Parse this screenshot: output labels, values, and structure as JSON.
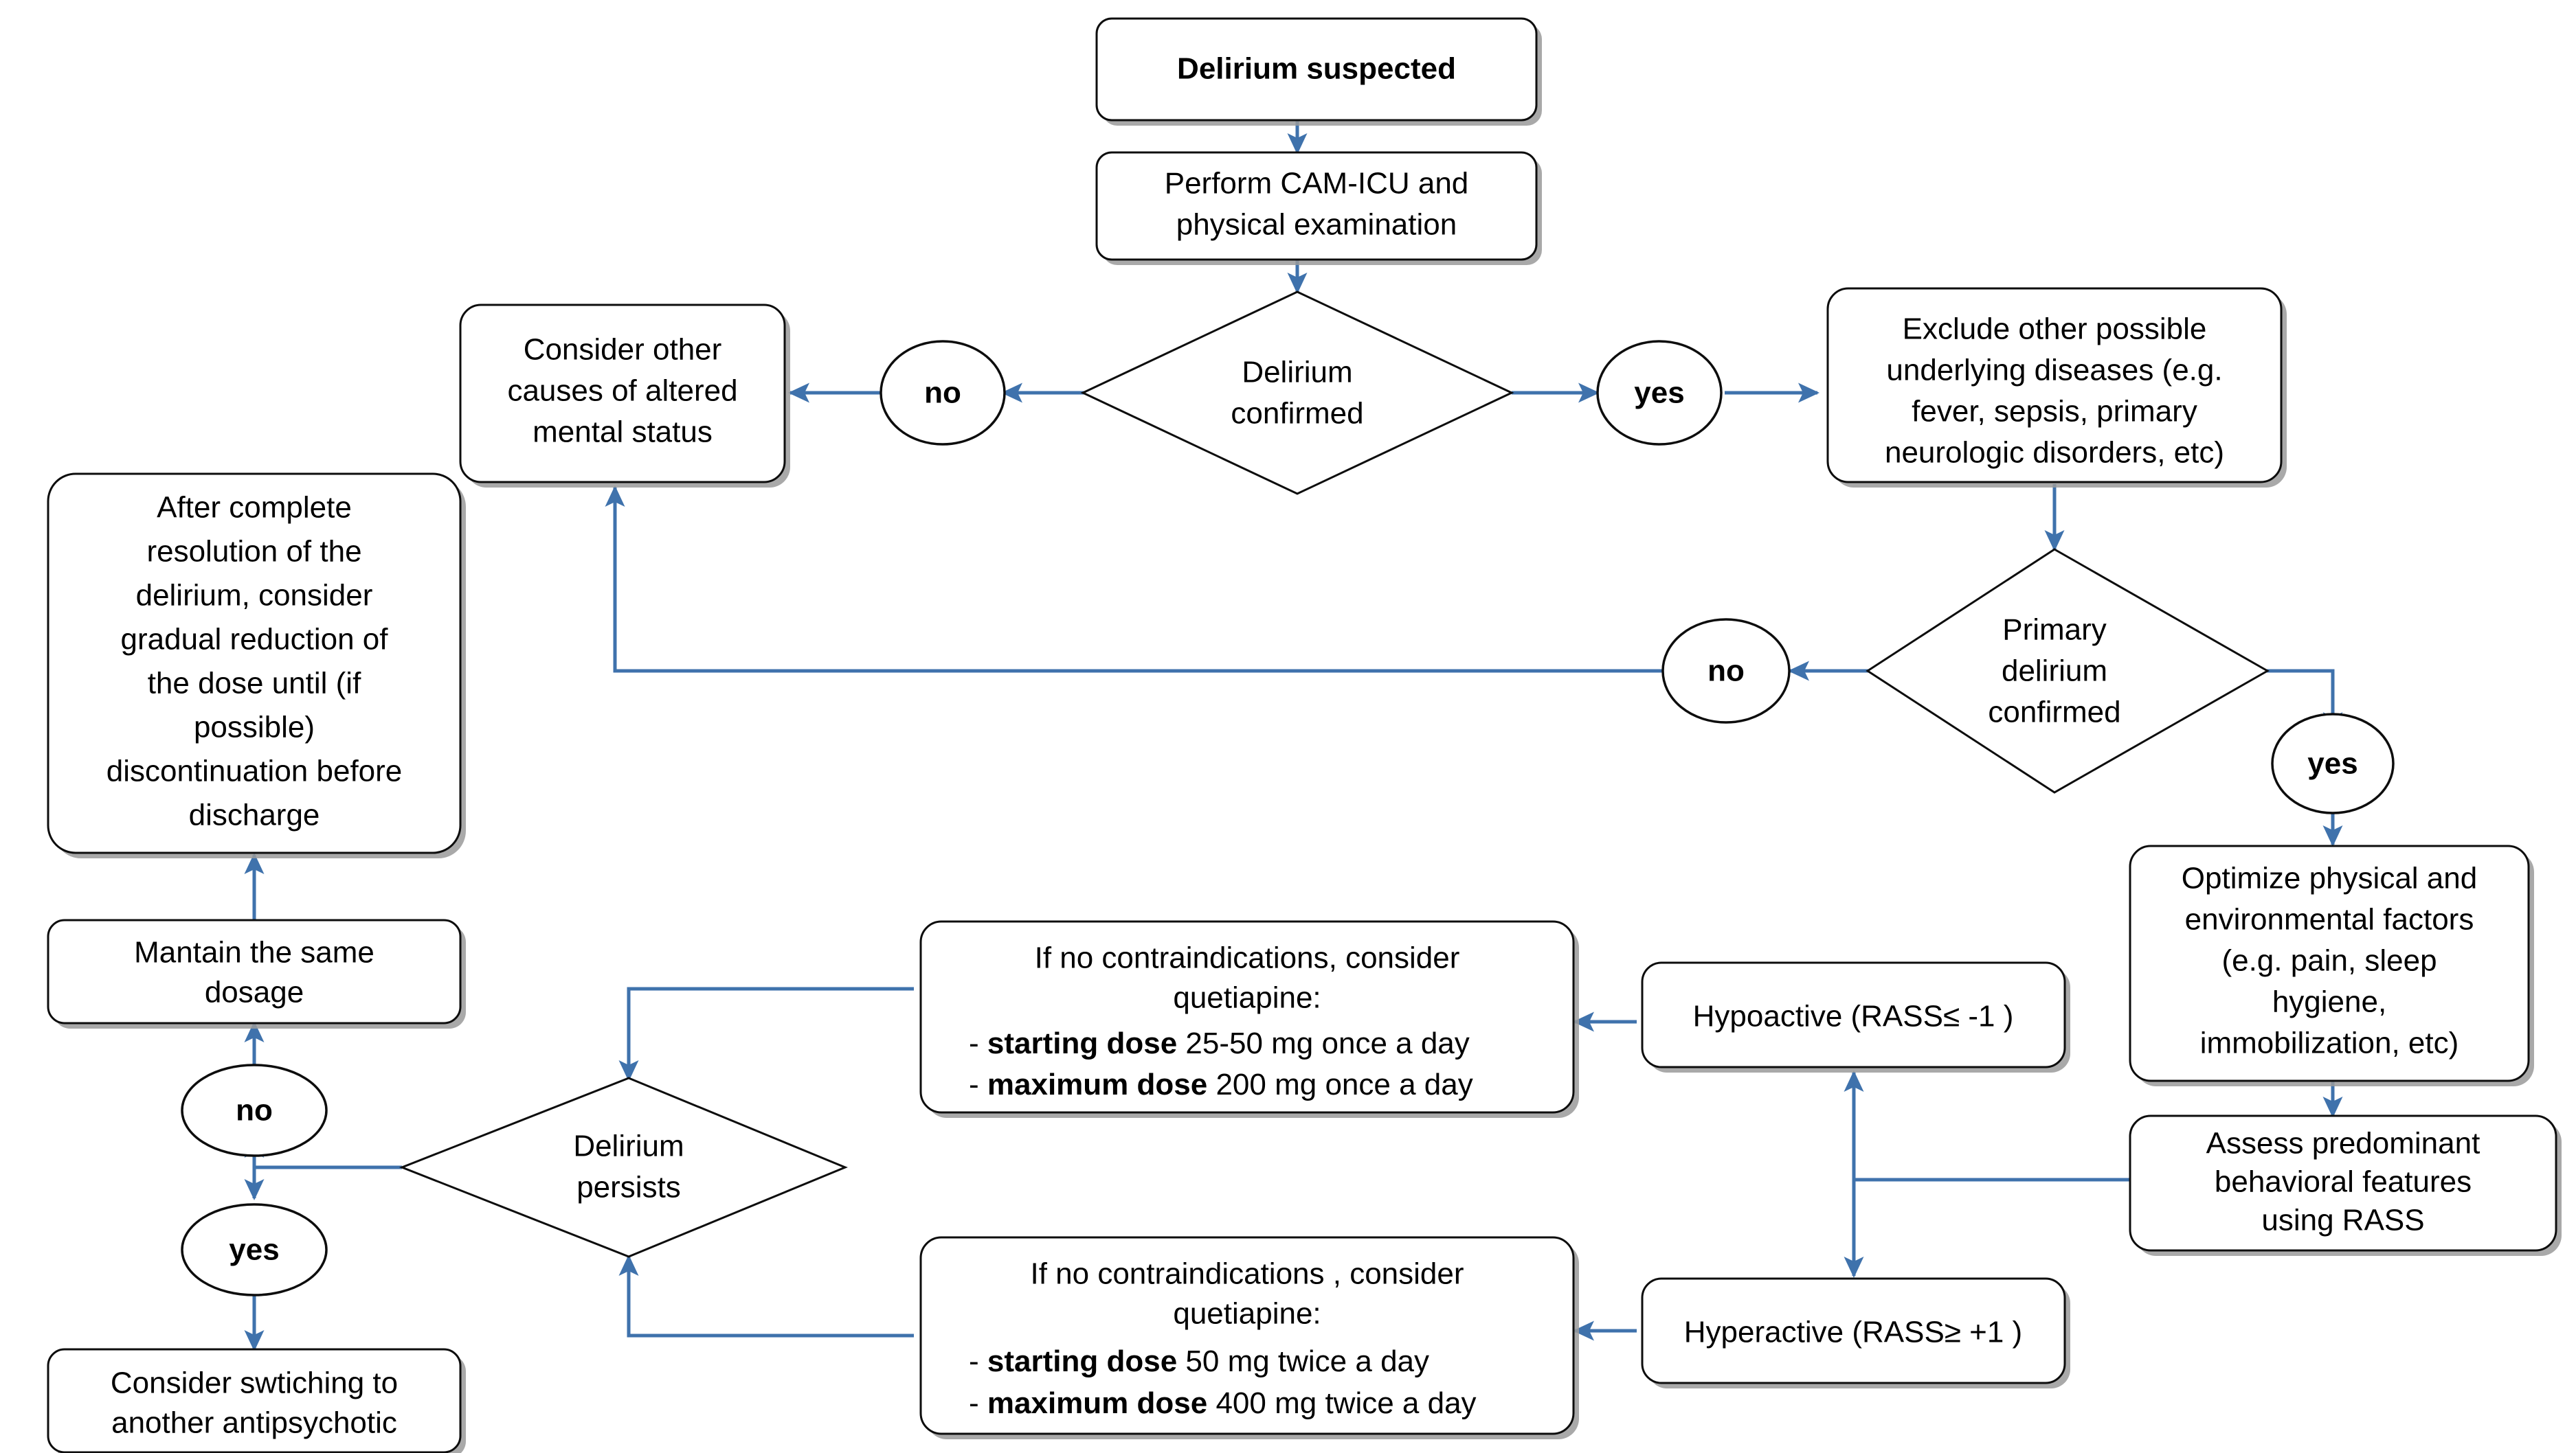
{
  "diagram": {
    "title": "Delirium management flowchart",
    "accent_color": "#3f72ac",
    "border_color": "#0d0d0d",
    "background_color": "#ffffff"
  },
  "nodes": {
    "delirium_suspected": {
      "label": "Delirium suspected"
    },
    "perform_cam": {
      "line1": "Perform CAM-ICU and",
      "line2": "physical examination"
    },
    "delirium_confirmed": {
      "line1": "Delirium",
      "line2": "confirmed"
    },
    "no_1": {
      "label": "no"
    },
    "yes_1": {
      "label": "yes"
    },
    "consider_other_causes": {
      "line1": "Consider other",
      "line2": "causes of altered",
      "line3": "mental status"
    },
    "exclude_other": {
      "line1": "Exclude other possible",
      "line2": "underlying diseases (e.g.",
      "line3": "fever, sepsis, primary",
      "line4": "neurologic disorders, etc)"
    },
    "primary_delirium": {
      "line1": "Primary",
      "line2": "delirium",
      "line3": "confirmed"
    },
    "no_2": {
      "label": "no"
    },
    "yes_2": {
      "label": "yes"
    },
    "after_resolution": {
      "line1": "After complete",
      "line2": "resolution of the",
      "line3": "delirium, consider",
      "line4": "gradual reduction of",
      "line5": "the dose until (if",
      "line6": "possible)",
      "line7": "discontinuation before",
      "line8": "discharge"
    },
    "optimize_factors": {
      "line1": "Optimize physical and",
      "line2": "environmental factors",
      "line3": "(e.g. pain, sleep",
      "line4": "hygiene,",
      "line5": "immobilization, etc)"
    },
    "assess_rass": {
      "line1": "Assess predominant",
      "line2": "behavioral features",
      "line3": "using RASS"
    },
    "hypoactive": {
      "label": "Hypoactive (RASS≤ -1 )"
    },
    "hyperactive": {
      "label": "Hyperactive (RASS≥ +1 )"
    },
    "quetiapine_hypo": {
      "line1": "If no contraindications, consider",
      "line2": "quetiapine:",
      "line3_prefix": "- ",
      "line3_bold": "starting dose",
      "line3_rest": " 25-50 mg once a day",
      "line4_prefix": "- ",
      "line4_bold": "maximum dose",
      "line4_rest": " 200 mg once a day"
    },
    "quetiapine_hyper": {
      "line1": "If no contraindications , consider",
      "line2": "quetiapine:",
      "line3_prefix": "- ",
      "line3_bold": "starting dose",
      "line3_rest": " 50 mg twice a day",
      "line4_prefix": "- ",
      "line4_bold": "maximum dose",
      "line4_rest": " 400 mg twice a day"
    },
    "delirium_persists": {
      "line1": "Delirium",
      "line2": "persists"
    },
    "no_3": {
      "label": "no"
    },
    "yes_3": {
      "label": "yes"
    },
    "maintain_dosage": {
      "line1": "Mantain the same",
      "line2": "dosage"
    },
    "consider_switching": {
      "line1": "Consider swtiching to",
      "line2": "another antipsychotic"
    }
  }
}
